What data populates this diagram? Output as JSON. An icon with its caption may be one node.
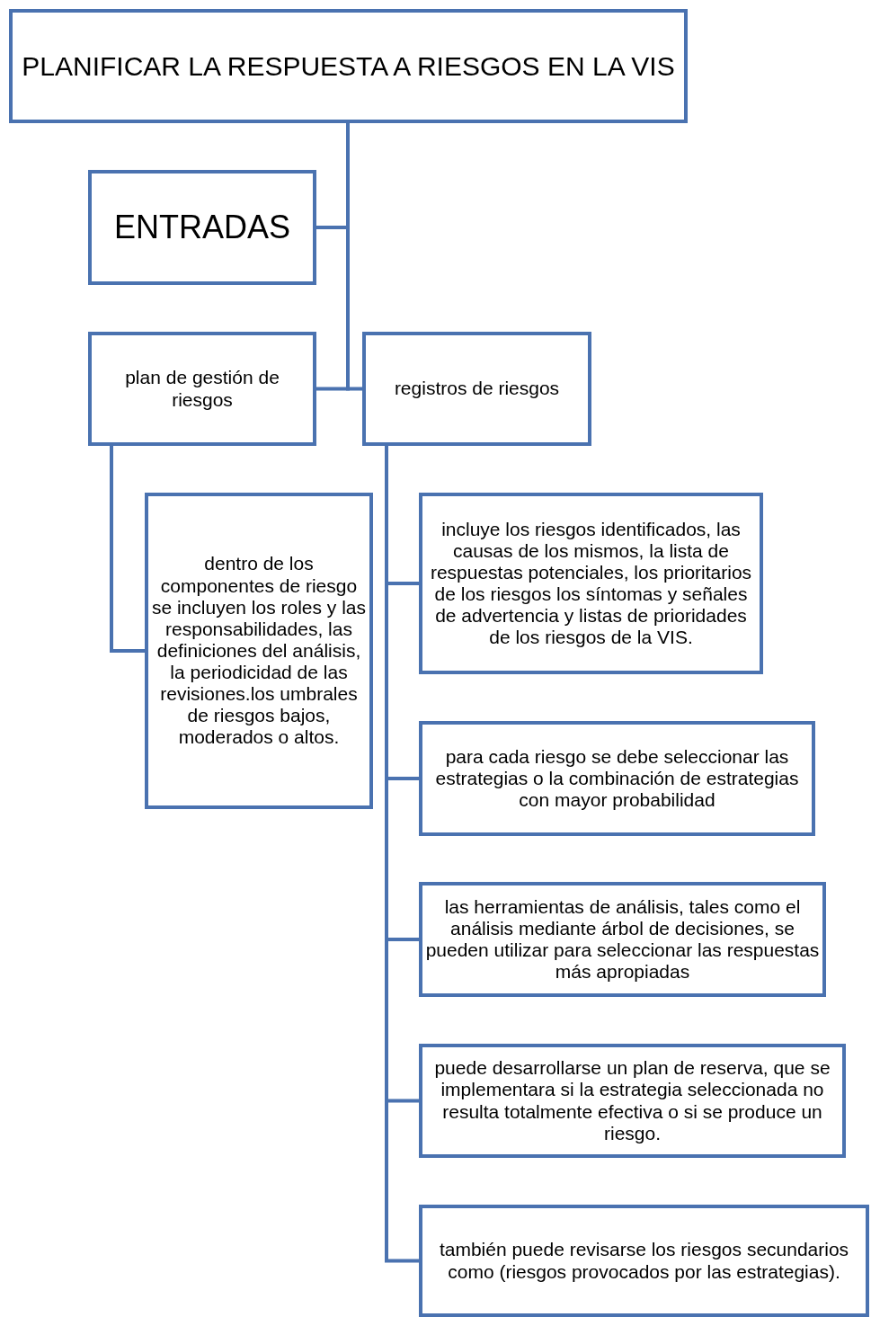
{
  "diagram": {
    "nodes": [
      {
        "text": [
          "PLANIFICAR LA RESPUESTA  A RIESGOS EN LA VIS"
        ]
      },
      {
        "text": [
          "ENTRADAS"
        ]
      },
      {
        "text": [
          "plan de gestión de riesgos"
        ]
      },
      {
        "text": [
          "registros de riesgos"
        ]
      },
      {
        "text": [
          "dentro de los componentes  de riesgo se incluyen los roles y las responsabilidades, las definiciones del análisis, la periodicidad de las revisiones.los umbrales de riesgos bajos, moderados o altos."
        ]
      },
      {
        "text": [
          "incluye los riesgos identificados, las causas de los mismos, la lista de respuestas potenciales, los prioritarios de los riesgos los síntomas y señales de advertencia y listas de prioridades de los riesgos de la VIS."
        ]
      },
      {
        "text": [
          "para cada riesgo se debe seleccionar las estrategias o la combinación de estrategias con mayor probabilidad"
        ]
      },
      {
        "text": [
          "las herramientas de análisis, tales como el análisis mediante árbol de decisiones, se pueden utilizar para seleccionar las respuestas más apropiadas"
        ]
      },
      {
        "text": [
          "puede desarrollarse un plan de reserva, que se implementara si la estrategia seleccionada no resulta totalmente efectiva o si se produce un riesgo."
        ]
      },
      {
        "text": [
          "también puede revisarse los riesgos secundarios como (riesgos provocados por las estrategias)."
        ]
      }
    ],
    "edges": [
      {
        "from": 0,
        "to": 1,
        "arrow": "none"
      },
      {
        "from": 0,
        "to": 2,
        "arrow": "none"
      },
      {
        "from": 0,
        "to": 3,
        "arrow": "none"
      },
      {
        "from": 2,
        "to": 4,
        "arrow": "none"
      },
      {
        "from": 3,
        "to": 5,
        "arrow": "none"
      },
      {
        "from": 3,
        "to": 6,
        "arrow": "none"
      },
      {
        "from": 3,
        "to": 7,
        "arrow": "none"
      },
      {
        "from": 3,
        "to": 8,
        "arrow": "none"
      },
      {
        "from": 3,
        "to": 9,
        "arrow": "none"
      }
    ]
  }
}
